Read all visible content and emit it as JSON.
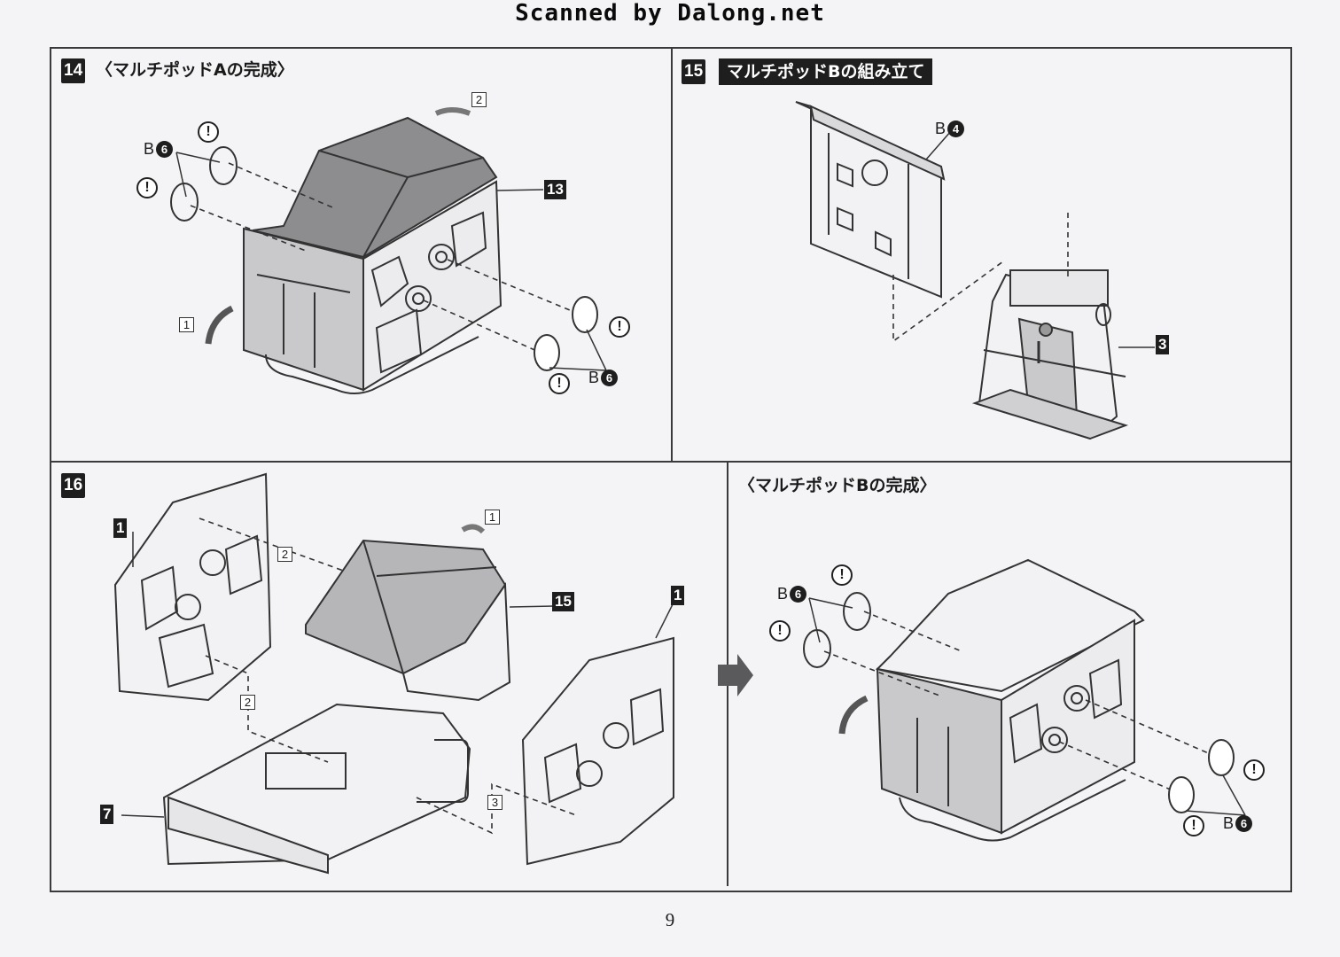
{
  "watermark": "Scanned by Dalong.net",
  "page_number": "9",
  "steps": {
    "s14": {
      "number": "14",
      "title": "〈マルチポッドAの完成〉",
      "part_tags": [
        "13"
      ],
      "seq": [
        "1",
        "2"
      ],
      "part_labels": [
        {
          "prefix": "B",
          "num": "6"
        },
        {
          "prefix": "B",
          "num": "6"
        }
      ]
    },
    "s15": {
      "number": "15",
      "title": "マルチポッドBの組み立て",
      "part_tags": [
        "3"
      ],
      "part_labels": [
        {
          "prefix": "B",
          "num": "4"
        }
      ]
    },
    "s16": {
      "number": "16",
      "part_tags": [
        "1",
        "15",
        "1",
        "7"
      ],
      "seq": [
        "1",
        "2",
        "2",
        "3"
      ]
    },
    "s16b": {
      "title": "〈マルチポッドBの完成〉",
      "part_labels": [
        {
          "prefix": "B",
          "num": "6"
        },
        {
          "prefix": "B",
          "num": "6"
        }
      ]
    }
  },
  "warning_glyph": "!",
  "icons": [
    "warning-icon",
    "arrow-right-icon",
    "rotate-arrow-icon"
  ]
}
